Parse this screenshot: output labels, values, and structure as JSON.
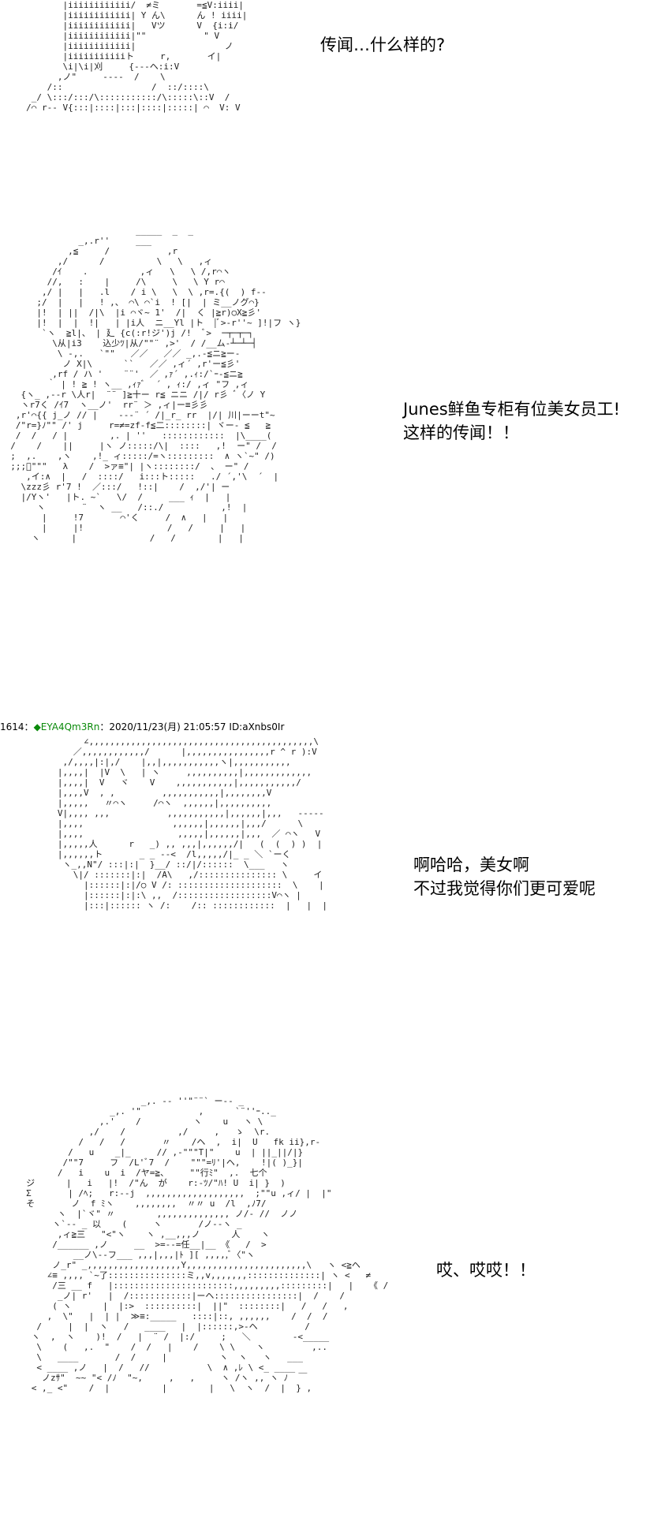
{
  "panels": [
    {
      "speech": [
        "传闻…什么样的?"
      ],
      "art": "            |iiiiiiiiiiii/  ≠ミ       =≦V:iiii|\n            |iiiiiiiiiiii| Y ん\\      ん ! iiii|\n            |iiiiiiiiiiii|   Vツ      V  {i:i/\n            |iiiiiiiiiiii|\"\"           \" V\n            |iiiiiiiiiiii|                 ノ\n            |iiiiiiiiiiiト     r,       イ|\n            \\i|\\i|刈     {---ヘ:i:V\n           ,ノ\"     ----  /    \\\n         /::                 /  ::/::::\\\n      _/ \\:::/:::/\\:::::::::::/\\:::::\\::V  /\n     /⌒ r-- V{:::|::::|:::|::::|:::::| ⌒  V: V"
    },
    {
      "speech": [
        "Junes鲜鱼专柜有位美女员工!",
        "这样的传闻！！"
      ],
      "art": "                          _____  _  _\n               _,.r''     ___     \n             ,≦     /           ,r\n           ,/      /          \\   \\   ,ィ\n          /ｲ    .          ,ィ   \\   \\ /,r⌒ヽ\n         //,   :    |     /\\     \\   \\ Y r⌒\n        ,/ |   |   .l    / i \\   \\  \\ ,r=.{(  ) f--\n       ;/  |   |   ! ,、 ⌒\\ ⌒`i  ! [|  | ミ__ノグ⌒}\n       |!  | ||  /|\\  |i ⌒ヾ~ 1'  /|  く |≧r)○X≧彡'\n       |!  |  |  !|   | |i人  ニ__Yl |ト  |ﾞ>-r''~ ]!|フ ヽ}\n        `ヽ  ≧l|、 | 廴 {c(:r!ジ')j /!  ﾞ>  ─┬─┬─┐\n          \\从|i3    込少ﾂ|从/\"\"¨ ,>'  / /__ム-┴─┴─┤\n           \\ ‐,.   `\"\"   ／／   ／／ _,.-≦ニ≧ー-\n            ノ X|\\      ``   ／／ ,ィ´ ,r'ー≦彡'\n          ,rf / ハ '    ¨¨'  ／ ,ｧ´ ,.ｨ:/`ｰ-≦ニ≧\n         ｀ | ! ≧ ! ヽ__ ,ｨｧﾞ  ´ , ｨ:/ ,ィ \"フ ,ィ\n    {ヽ_ ,--r \\人r|  ¨¨ ]≧十ー r≦ ニニ /|/ r彡 ﾞ〈ノ Y\n    ヽr7く /ｲ7  ヽ__ノ'  rr¨ ＞ ,ィ|ー≡彡彡\n   ,r'⌒{{ j_ノ // |    ---¨ ´ /|_r_ rr  |/| 川|ーーt\"~\n   /\"r=}ﾉ\"\" /' j     r=≠=zf‐f≦二::::::::| ヾー- ≦   ≧\n   /  /   / |        ,. | ''   ::::::::::::  |\\____(\n  /    /    ||     |ヽ ノ:::::/\\|  ::::   ,!  ー\" /  /\n  ;  ,.    ,ヽ    ,!_ ィ:::::/=ヽ:::::::::  ∧ ヽ`~\" /)\n  ;;;ﾞ\"\"\"   λ    /  >ァ≡\"| |ヽ::::::::/  、 ー\" /\n     ,イ:∧  |   /  ::::/   i:::ト:::::   ./ ´,'\\  ´  |\n    \\zzz彡 r'7 !  ／:::/   !::|    /  ,/'| ー\n    |/Yヽ'   |ト. ~`   \\/  /     ___ ｨ  |   |\n       ヽ       ¨  ヽ __   /::./           ,!  |\n        |     !7       ⌒'く     /  ∧   |   |\n        |     |!                /   /     |   |\n      ヽ      |              /   /        |   |"
    },
    {
      "speech": [
        "啊哈哈，美女啊",
        "不过我觉得你们更可爱呢"
      ],
      "art": "                ∠,,,,,,,,,,,,,,,,,,,,,,,,,,,,,,,,,,,,,,,,,,,\\\n              ／,,,,,,,,,,,,/      |,,,,,,,,,,,,,,,,r ^ r ):V\n            ,/,,,,|:|,/    |,,|,,,,,,,,,,,ヽ|,,,,,,,,,,,\n           |,,,,|  |V  \\   | ヽ     ,,,,,,,,,,|,,,,,,,,,,,,,\n           |,,,,|  V   ヾ    V    ,,,,,,,,,,,|,,,,,,,,,,,/\n           |,,,,V  , ,         ,,,,,,,,,,,|,,,,,,,,V\n           |,,,,,   〃⌒ヽ     /⌒ヽ  ,,,,,,|,,,,,,,,,,\n           V|,,,, ,,,           ,,,,,,,,,,,|,,,,,,|,,,   -----\n           |,,,,                 ,,,,,,|,,,,,,|,,,/      \\\n           |,,,,                  ,,,,,|,,,,,,|,,,  ／ ⌒ヽ   V\n           |,,,,,人      r   _) ,, ,,,|,,,,,,/|   (  (  ) )  |\n           |,,,,,,ト       _ _ --<  /l,,,,,/|_ _ ＼ `ーく\n            ヽ_,,N\"/ :::|:|  }__/ ::/|/::::::  \\___   ヽ\n              \\|/ :::::::|:|  /A\\   ,/::::::::::::::: \\     イ\n                |::::::|:|/○ V /: ::::::::::::::::::::  \\    |\n                |::::::|:|:\\ ,,  /::::::::::::::::::V⌒ヽ |\n                |:::|:::::: ヽ /:    /:: ::::::::::::  |   |  |"
    },
    {
      "speech": [
        "哎、哎哎！！"
      ],
      "art": "                           _,. -‐ ''\"¨¨` ー-- _\n                     _,. '\"           ,      `¨''ｰ.._\n                   ,.'    /          ヽ    u   ヽ \\\n                 ,/    /          ,/     ,   ゝ  \\r.\n               /   /   /       〃    /ヘ  ,  i|  U   fk ii},r-\n             /   u    _|_     // ,-\"\"\"T|\"    u  | ||_||/|}\n            /\"\"7     フ  /L'ﾞ7  /    \"\"\"=ﾘ'|ヘ,    !|( )_}|\n           /   i    u  i  /ヤ=≧、    \"\"行ﾐ\"  ,.  七个\n     ジ      |   i   |!  /\"ん  が    r:-ﾂ/\"ﾊ! U  i| }  )\n     Σ       | /ﾍ;   r:--j  ,,,,,,,,,,,,,,,,,,,  ;\"\"u ,ィ/ |  |\"\n     そ       ノ  f ﾐヽ    ,,,,,,,,  〃〃 u  /l  ,ﾉ7/\n           ヽ  |`ヾ\" 〃        ,,,,,,,,,,,,,, ノ/‐ //  ノノ\n          ヽ`-- _ 以    (     ヽ       /ノ--ヽ _\n           ,ィ≧三   \"<\"ヽ    ヽ ,__,,,ノ      人    ヽ\n          /______ ,ノ     __  >=--=任__|__ 《   /  >\n              __ノ\\--フ___ ,,,|,,,|ﾄ ][ ,,,,,ﾞ〈\"ヽ\n          ノ_r\" _,,,,,,,,,,,,,,,,,,Y,,,,,,,,,,,,,,,,,,,,,,,\\   ヽ <≧ヘ\n         ∠≡ ,,,, `~了:::::::::::::::ミ,,v,,,,,,,::::::::::::::| ヽ <   ≠\n          /三 __ f   |:::::::::::::::::::::::,,,,,,,,,:::::::::|   |   《 /\n           _ノ| r'   |  /::::::::::::|ーヘ::::::::::::::::|  /    /\n          ( ヽ      |  |:>  ::::::::::|  ||\"  ::::::::|   /   /   ,\n         ,  \\\"   |  | |  ≫≡:_____   ::::|::, ,,,,,,    /  /  /\n       /     |  |  ヽ   /   ____   |  |::::::,>-ヘ         /\n      ヽ  ,  ヽ    )!  /   |  ¨ /  |:/     ;   ＼        -<_____\n       \\    (   ,.  \"    /  /   |    /    \\ \\    ヽ         ,..\n       \\   ____       /  /     |          ヽ  ヽ   ヽ   ___\n       < ____ ,ノ   |  /   //           \\  ∧ ,ﾚ \\ <_ ____\n        ノzｻ\"  ~~ \"< /ﾉ  \"~,     ,   ,     ヽ /ヽ ,, ヽ ﾉ  ￣\n      < ,_ <\"    /  |          |        |   \\  ヽ  /  |  } ,"
    }
  ],
  "post": {
    "number": "1614",
    "separator": "：",
    "name": "◆EYA4Qm3Rn",
    "date": "：2020/11/23(月) 21:05:57",
    "id": "ID:aXnbs0Ir"
  }
}
